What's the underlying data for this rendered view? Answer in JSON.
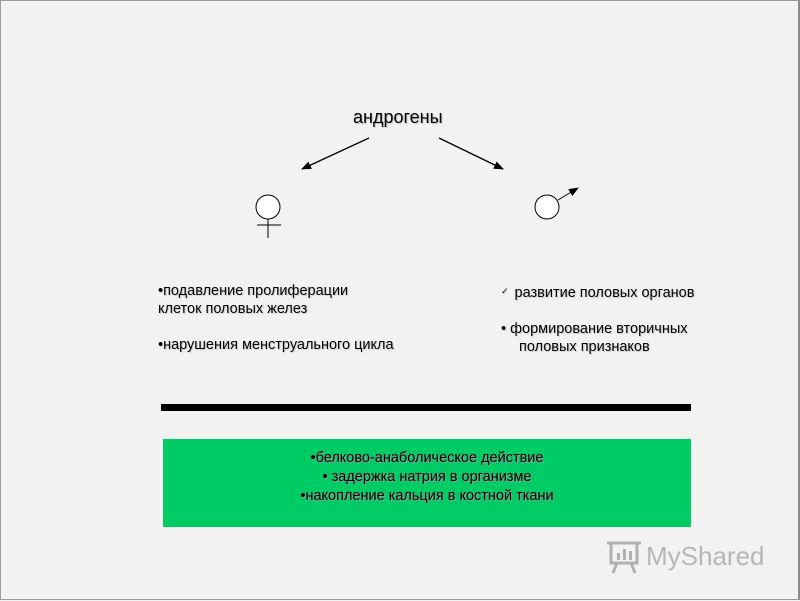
{
  "title": "андрогены",
  "icons": {
    "female": "female-symbol-icon",
    "male": "male-symbol-icon",
    "logo": "presentation-board-icon"
  },
  "female_effects": [
    "подавление пролиферации",
    "клеток половых желез",
    "нарушения менструального цикла"
  ],
  "male_effects": [
    "развитие половых органов",
    "формирование вторичных",
    "половых признаков"
  ],
  "common_effects": [
    "белково-анаболическое действие",
    "задержка натрия в организме",
    "накопление кальция в костной ткани"
  ],
  "bullet": "•",
  "tick": "✓",
  "logo_text": "MyShared",
  "colors": {
    "green_box": "#00cc66",
    "rule": "#000000",
    "background": "#f2f2f2"
  }
}
